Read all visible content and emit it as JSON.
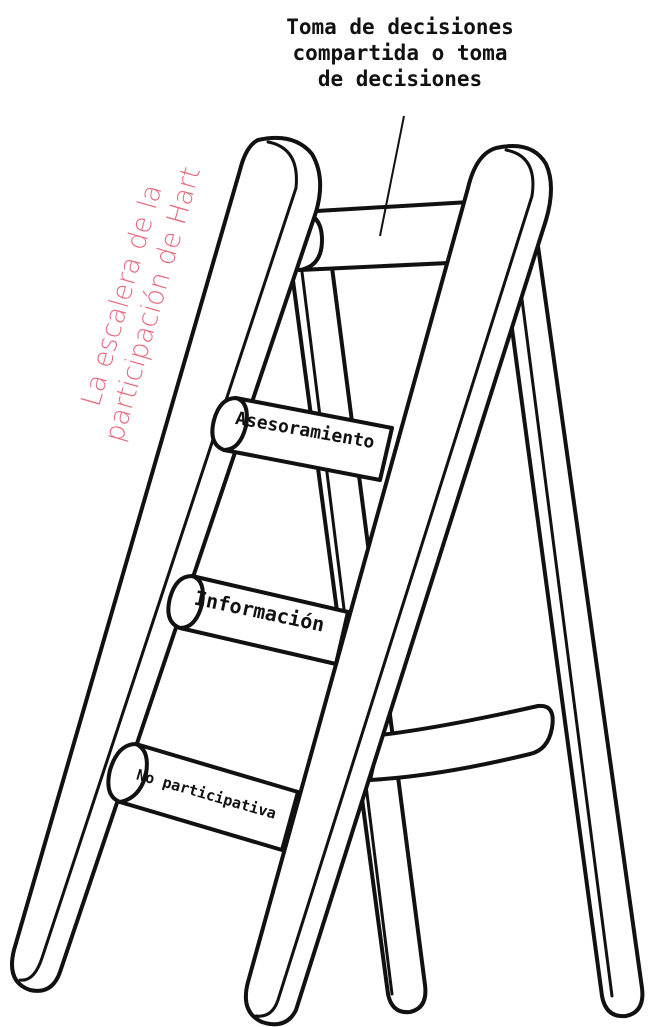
{
  "diagram": {
    "title_lines": [
      "La escalera de la",
      "participación de Hart"
    ],
    "top_label_lines": [
      "Toma de decisiones",
      "compartida o toma",
      "de decisiones"
    ],
    "rungs": [
      {
        "label": "Asesoramiento"
      },
      {
        "label": "Información"
      },
      {
        "label": "No participativa"
      }
    ],
    "colors": {
      "title": "#e8697b",
      "outline": "#111111",
      "fill": "#ffffff"
    }
  }
}
